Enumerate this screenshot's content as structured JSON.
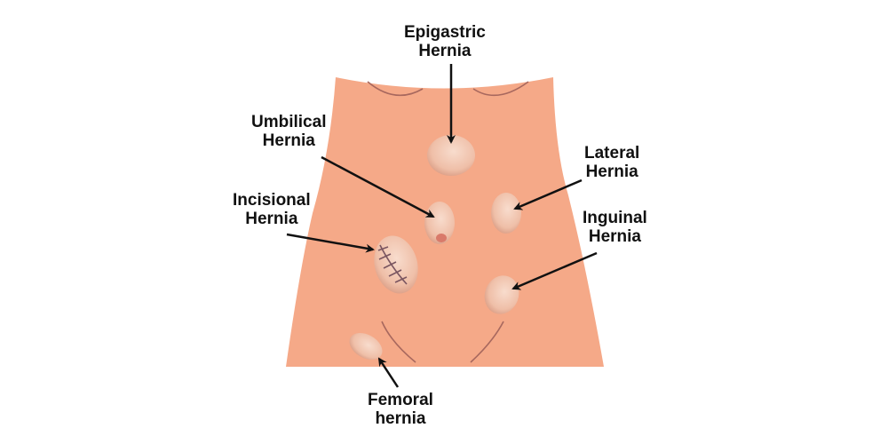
{
  "colors": {
    "skin": "#f5a988",
    "bulge": "#f3c7b2",
    "line": "#a8685e",
    "arrow": "#111111",
    "navel": "#d97a6a"
  },
  "labels": {
    "epigastric": {
      "l1": "Epigastric",
      "l2": "Hernia"
    },
    "umbilical": {
      "l1": "Umbilical",
      "l2": "Hernia"
    },
    "incisional": {
      "l1": "Incisional",
      "l2": "Hernia"
    },
    "lateral": {
      "l1": "Lateral",
      "l2": "Hernia"
    },
    "inguinal": {
      "l1": "Inguinal",
      "l2": "Hernia"
    },
    "femoral": {
      "l1": "Femoral",
      "l2": "hernia"
    }
  }
}
